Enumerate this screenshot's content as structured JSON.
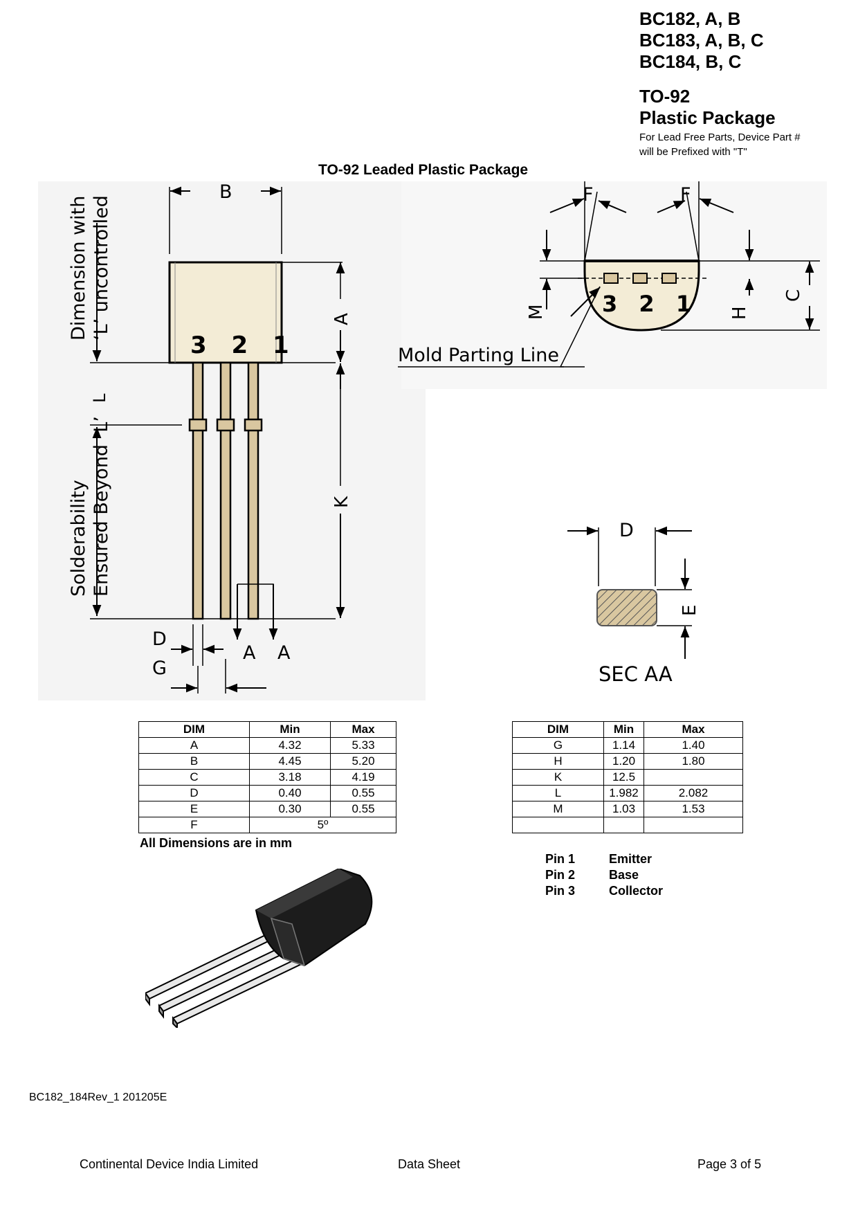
{
  "header": {
    "parts": [
      "BC182, A, B",
      "BC183, A, B, C",
      "BC184, B, C"
    ],
    "package_lines": [
      "TO-92",
      "Plastic Package"
    ],
    "lead_free_note": [
      "For Lead Free Parts, Device Part #",
      "will be Prefixed with  \"T\""
    ]
  },
  "figure": {
    "title": "TO-92 Leaded Plastic Package",
    "labels": {
      "dim_with": "Dimension with",
      "l_uncontrolled": "‘L’ uncontrolled",
      "solderability": "Solderability",
      "ensured_beyond": "Ensured Beyond ‘L’",
      "mold_parting_line": "Mold Parting Line",
      "sec_aa": "SEC AA",
      "B": "B",
      "A": "A",
      "L": "L",
      "K": "K",
      "D": "D",
      "G": "G",
      "F": "F",
      "M": "M",
      "H": "H",
      "C": "C",
      "E": "E",
      "pin_numbers": "3 2 1"
    }
  },
  "tables": {
    "headers": [
      "DIM",
      "Min",
      "Max"
    ],
    "left_rows": [
      [
        "A",
        "4.32",
        "5.33"
      ],
      [
        "B",
        "4.45",
        "5.20"
      ],
      [
        "C",
        "3.18",
        "4.19"
      ],
      [
        "D",
        "0.40",
        "0.55"
      ],
      [
        "E",
        "0.30",
        "0.55"
      ],
      [
        "F",
        "5º",
        ""
      ]
    ],
    "right_rows": [
      [
        "G",
        "1.14",
        "1.40"
      ],
      [
        "H",
        "1.20",
        "1.80"
      ],
      [
        "K",
        "12.5",
        ""
      ],
      [
        "L",
        "1.982",
        "2.082"
      ],
      [
        "M",
        "1.03",
        "1.53"
      ],
      [
        "",
        "",
        ""
      ]
    ],
    "note": "All Dimensions are in mm"
  },
  "pins": [
    {
      "pin": "Pin 1",
      "name": "Emitter"
    },
    {
      "pin": "Pin 2",
      "name": "Base"
    },
    {
      "pin": "Pin 3",
      "name": "Collector"
    }
  ],
  "doc_id": "BC182_184Rev_1 201205E",
  "footer": {
    "company": "Continental Device India Limited",
    "doc_type": "Data Sheet",
    "page": "Page 3 of 5"
  },
  "colors": {
    "body_fill": "#f3ecd6",
    "lead_fill": "#d9c7a0",
    "drawing_bg": "#f4f4f4"
  }
}
